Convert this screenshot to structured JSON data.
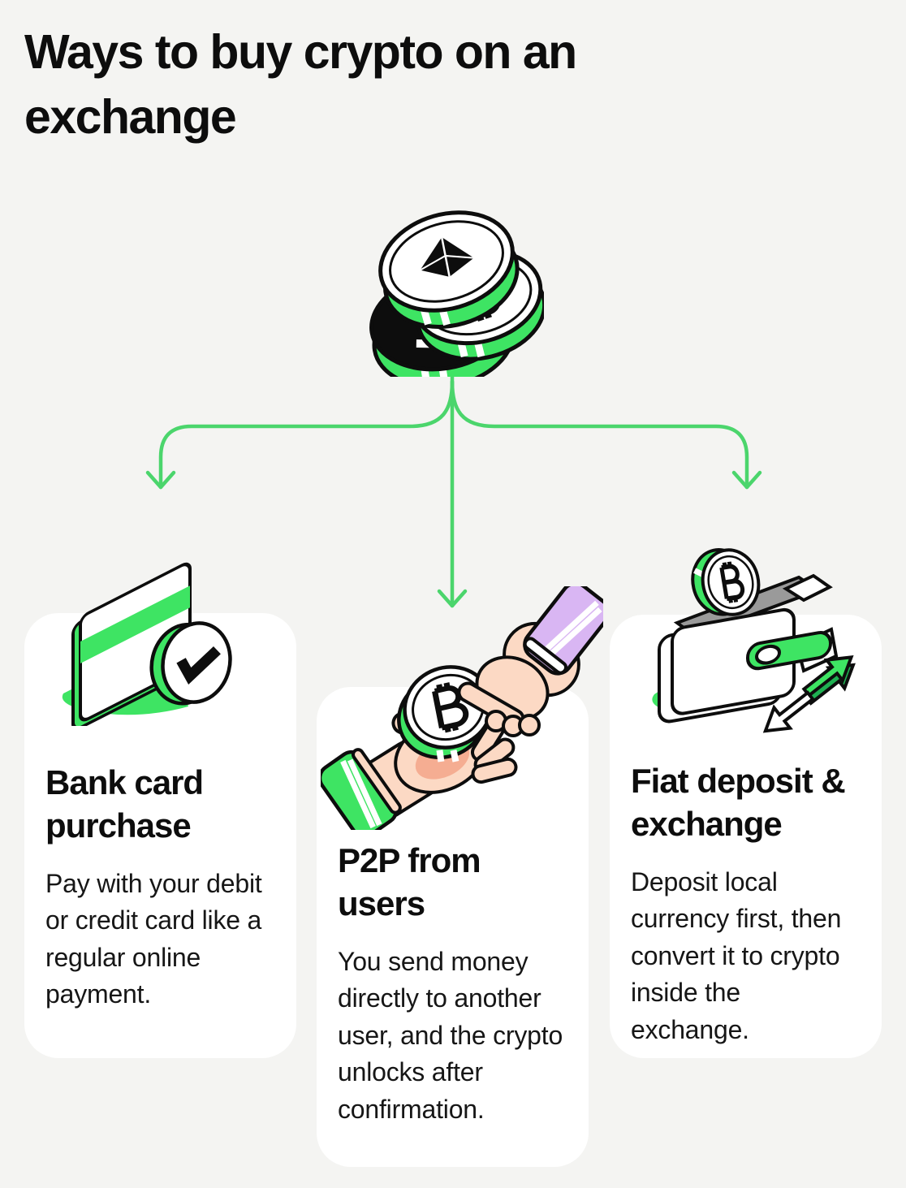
{
  "title": "Ways to buy crypto on an exchange",
  "colors": {
    "background": "#f4f4f2",
    "card": "#ffffff",
    "accent_green": "#3ee463",
    "connector_green": "#4bd56c",
    "ink": "#0d0d0d",
    "skin": "#fcd9c4",
    "skin_shade": "#f5ad92",
    "lavender": "#d9b6f3",
    "wallet_gray": "#9a9a9a"
  },
  "hero": {
    "icon": "crypto-coins-stack",
    "coins": [
      "ethereum-coin",
      "bitcoin-coin",
      "litecoin-coin"
    ]
  },
  "cards": [
    {
      "icon": "bank-card-check",
      "heading": "Bank card purchase",
      "body": "Pay with your debit or credit card like a regular online payment."
    },
    {
      "icon": "hands-exchange-coin",
      "heading": "P2P from users",
      "body": "You send money directly to another user, and the crypto unlocks after confirmation."
    },
    {
      "icon": "wallet-fiat-exchange",
      "heading": "Fiat deposit & exchange",
      "body": "Deposit local currency first, then convert it to crypto inside the exchange."
    }
  ]
}
